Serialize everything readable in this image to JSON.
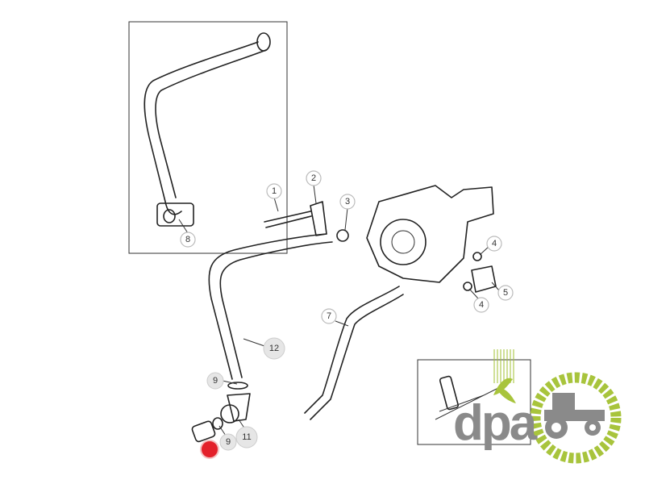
{
  "diagram": {
    "callouts": [
      "1",
      "2",
      "3",
      "4",
      "4",
      "5",
      "7",
      "8",
      "9",
      "9",
      "11",
      "12"
    ],
    "highlight_color": "#e3202a"
  },
  "logo": {
    "text": "dpa",
    "green": "#a8c43c",
    "grey": "#8a8a8a"
  }
}
